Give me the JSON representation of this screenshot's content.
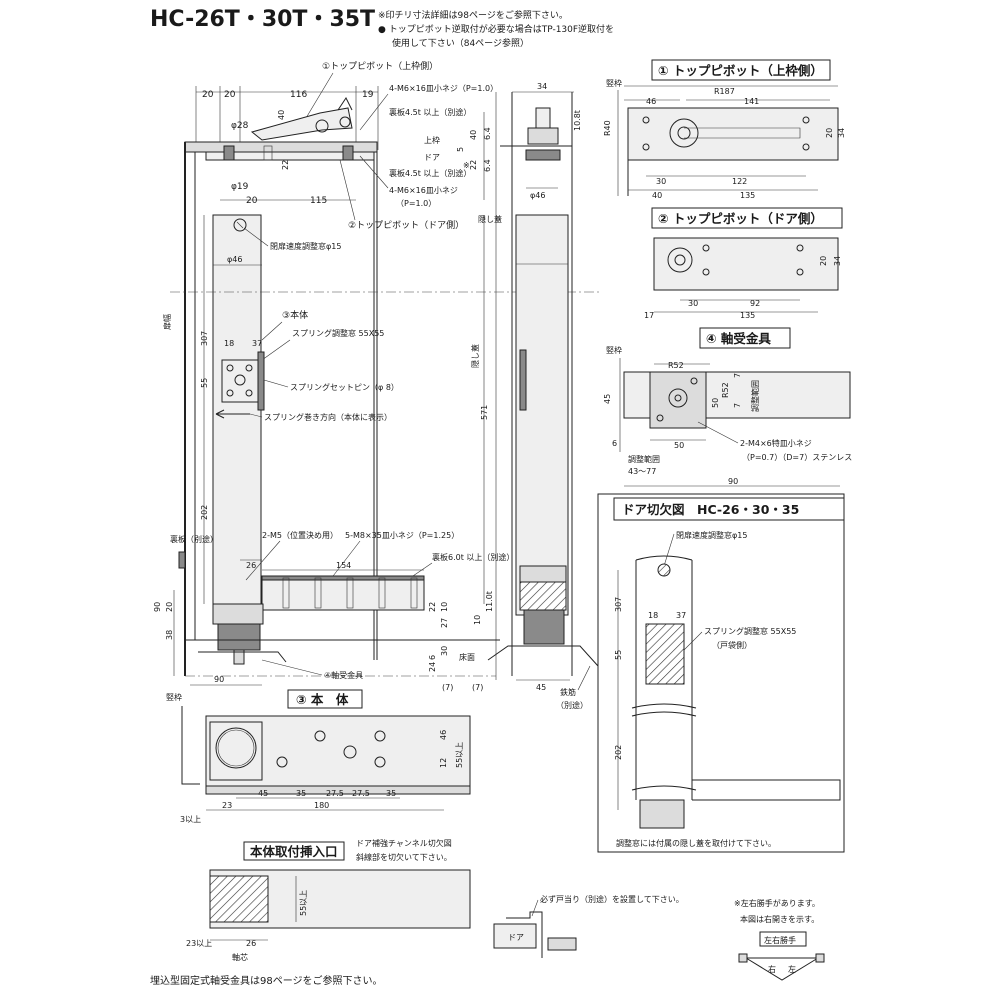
{
  "title": "HC-26T・30T・35T",
  "notes": {
    "line1": "※印チリ寸法詳細は98ページをご参照下さい。",
    "line2": "● トップピボット逆取付が必要な場合はTP-130F逆取付を",
    "line3": "使用して下さい（84ページ参照）"
  },
  "main_view": {
    "label_top_pivot_frame": "①トップピボット（上枠側）",
    "label_screw_top": "4-M6×16皿小ネジ（P=1.0）",
    "label_backing_a": "裏板4.5t 以上（別途）",
    "label_upper_frame": "上枠",
    "label_door": "ドア",
    "label_backing_b": "裏板4.5t 以上（別途）",
    "label_screw_bottom_line1": "4-M6×16皿小ネジ",
    "label_screw_bottom_line2": "（P=1.0）",
    "label_top_pivot_door": "②トップピボット（ドア側）",
    "label_speed_window": "閉扉速度調整窓φ15",
    "label_body": "③本体",
    "label_spring_window": "スプリング調整窓 55X55",
    "label_spring_pin": "スプリングセットピン（φ 8）",
    "label_spring_direction": "スプリング巻き方向（本体に表示）",
    "label_door_width": "扉幅",
    "label_hidden_cover_top": "隠し蓋",
    "label_hidden_cover_mid": "隠し蓋",
    "label_backing_side": "裏板（別途）",
    "label_m5": "2-M5（位置決め用）",
    "label_m8": "5-M8×35皿小ネジ（P=1.25）",
    "label_backing_6": "裏板6.0t 以上（別途）",
    "label_floor": "床面",
    "label_bearing": "④軸受金具",
    "label_iron_line1": "鉄筋",
    "label_iron_line2": "（別途）",
    "dims": {
      "d20a": "20",
      "d20b": "20",
      "d116": "116",
      "d19": "19",
      "d34": "34",
      "d28": "φ28",
      "d40": "40",
      "d22": "22",
      "d19b": "φ19",
      "d115": "115",
      "d20c": "20",
      "d46a": "φ46",
      "d46b": "φ46",
      "d307": "307",
      "d18": "18",
      "d37": "37",
      "d55": "55",
      "d202": "202",
      "d571": "571",
      "d154": "154",
      "d26": "26",
      "d90": "90",
      "d90b": "90",
      "d20d": "20",
      "d38": "38",
      "d45": "45",
      "d5": "5",
      "d6_4a": "6.4",
      "d6_4b": "6.4",
      "d40b": "40",
      "d22b": "22",
      "d10t": "10.8t",
      "d22c": "22",
      "d10": "10",
      "d27": "27",
      "d11t": "11.0t",
      "d30": "30",
      "d6": "6",
      "d24": "24",
      "d7a": "(7)",
      "d7b": "(7)",
      "d10b": "10",
      "star": "※"
    }
  },
  "section1": {
    "heading": "① トップピボット（上枠側）",
    "label_jamb": "竪枠",
    "dims": {
      "r187": "R187",
      "d46": "46",
      "d141": "141",
      "r40": "R40",
      "d20": "20",
      "d34": "34",
      "d30": "30",
      "d122": "122",
      "d40": "40",
      "d135": "135"
    }
  },
  "section2": {
    "heading": "② トップピボット（ドア側）",
    "dims": {
      "d20": "20",
      "d34": "34",
      "d30": "30",
      "d92": "92",
      "d17": "17",
      "d135": "135"
    }
  },
  "section4": {
    "heading": "④ 軸受金具",
    "label_jamb": "竪枠",
    "label_range": "調整範囲",
    "label_screw_line1": "2-M4×6特皿小ネジ",
    "label_screw_line2": "（P=0.7）（D=7）ステンレス",
    "label_range_bottom": "調整範囲",
    "dims": {
      "r52a": "R52",
      "r52b": "R52",
      "d7a": "7",
      "d7b": "7",
      "d45": "45",
      "d50a": "50",
      "d50b": "50",
      "d6": "6",
      "range": "43〜77",
      "d90": "90"
    }
  },
  "section_cutout": {
    "heading": "ドア切欠図　HC-26・30・35",
    "label_speed_window": "閉扉速度調整窓φ15",
    "label_spring_window_line1": "スプリング調整窓 55X55",
    "label_spring_window_line2": "（戸袋側）",
    "note": "調整窓には付属の隠し蓋を取付けて下さい。",
    "dims": {
      "d307": "307",
      "d18": "18",
      "d37": "37",
      "d55": "55",
      "d202": "202"
    }
  },
  "section3": {
    "heading": "③ 本　体",
    "label_jamb": "竪枠",
    "dims": {
      "d45": "45",
      "d35a": "35",
      "d27_5a": "27.5",
      "d27_5b": "27.5",
      "d35b": "35",
      "d23": "23",
      "d180": "180",
      "d3": "3以上",
      "d12": "12",
      "d46": "46",
      "d55": "55以上"
    }
  },
  "section_insert": {
    "heading": "本体取付挿入口",
    "note_line1": "ドア補強チャンネル切欠図",
    "note_line2": "斜線部を切欠いて下さい。",
    "dims": {
      "d55": "55以上",
      "d23": "23以上",
      "d26": "26",
      "axis": "軸芯"
    }
  },
  "section_stopper": {
    "note": "必ず戸当り（別途）を設置して下さい。",
    "label_door": "ドア"
  },
  "section_hand": {
    "note_line1": "※左右勝手があります。",
    "note_line2": "本図は右開きを示す。",
    "label_hand": "左右勝手",
    "label_right": "右",
    "label_left": "左"
  },
  "footer": "埋込型固定式軸受金具は98ページをご参照下さい。"
}
